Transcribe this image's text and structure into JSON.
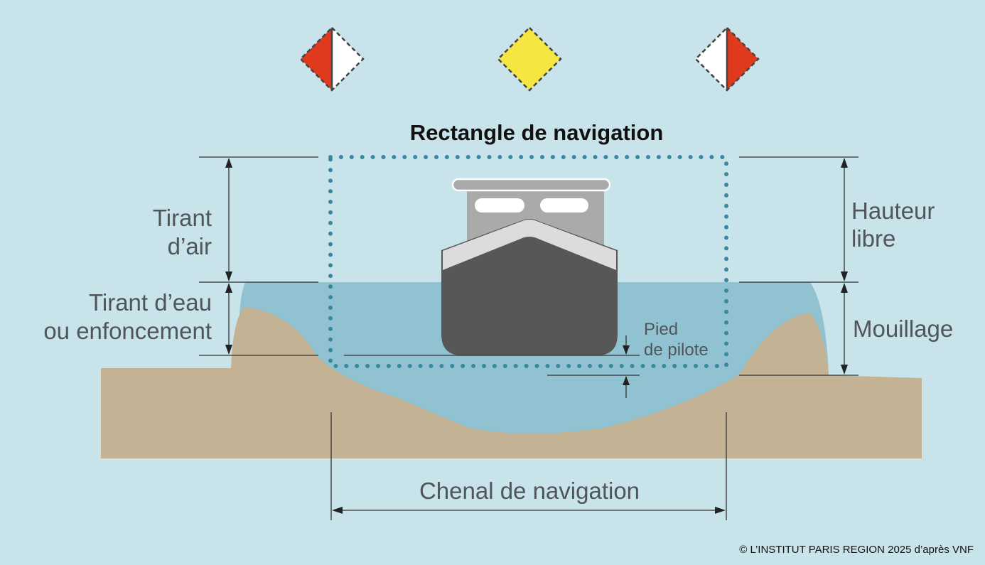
{
  "title": "Rectangle de navigation",
  "labels": {
    "tirant_air": [
      "Tirant",
      "d’air"
    ],
    "tirant_eau": [
      "Tirant d’eau",
      "ou enfoncement"
    ],
    "hauteur_libre": [
      "Hauteur",
      "libre"
    ],
    "mouillage": "Mouillage",
    "pied_pilote": [
      "Pied",
      "de pilote"
    ],
    "chenal": "Chenal de navigation"
  },
  "copyright": "© L’INSTITUT PARIS REGION 2025 d’après VNF",
  "colors": {
    "sky": "#c9e3ea",
    "water": "#91c2d1",
    "land": "#c4b294",
    "hull": "#575757",
    "dotted": "#3a88a0",
    "red": "#e03a1e",
    "yellow": "#f5e642"
  }
}
